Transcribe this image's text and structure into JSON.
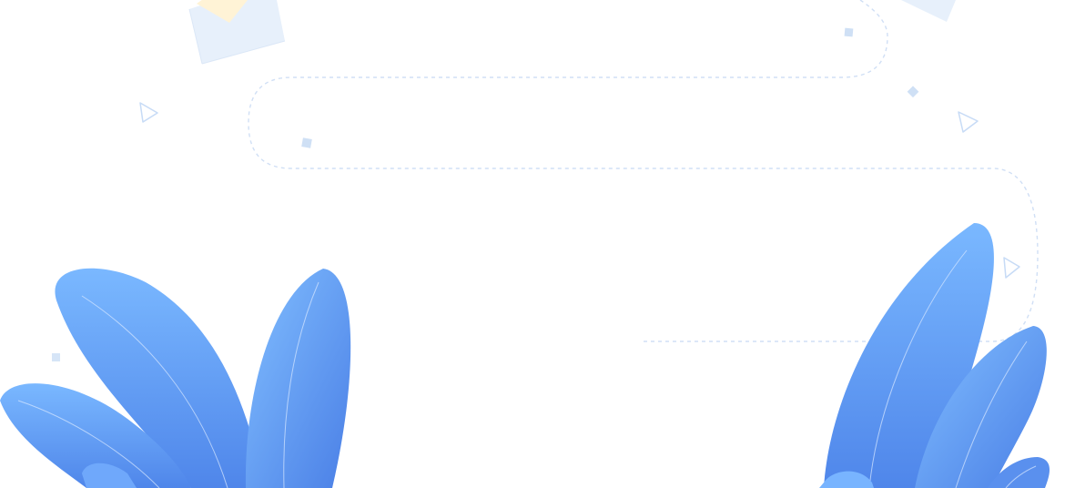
{
  "illustration": {
    "colors": {
      "background": "#ffffff",
      "leaf_light": "#7ab8ff",
      "leaf_dark": "#4f86ea",
      "vein": "#d8e8ff",
      "dashed_path": "#d0dff5",
      "confetti": "#cfe0f5",
      "paper": "#e7f0fb",
      "envelope_flap": "#fff3d6"
    },
    "elements": [
      "dashed-path",
      "left-plant",
      "right-plant",
      "envelope-icon",
      "paper-card",
      "play-triangle-icon",
      "confetti-square"
    ]
  }
}
